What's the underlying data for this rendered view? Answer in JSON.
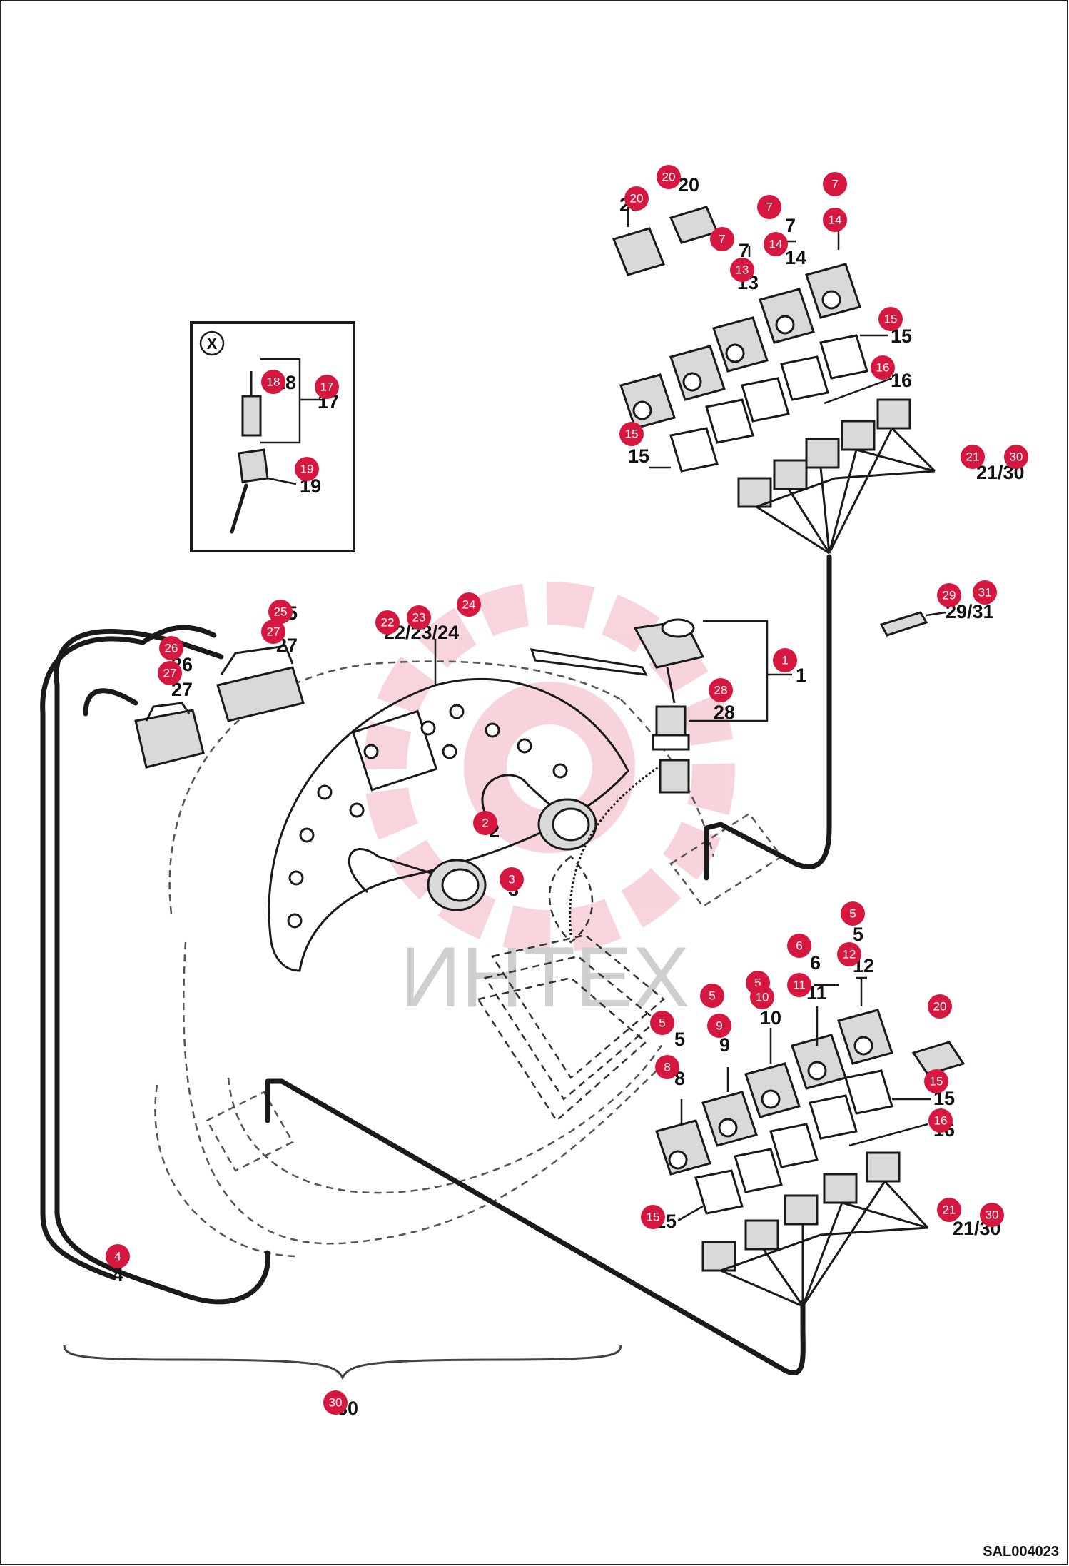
{
  "sheet_code": "SAL004023",
  "watermark_text": "ИНТЕХ",
  "inset": {
    "view_marker": "X"
  },
  "labels": {
    "l20a": "20",
    "l20b": "20",
    "l7a": "7",
    "l7b": "7",
    "l14a": "14",
    "l13": "13",
    "l15a": "15",
    "l16a": "16",
    "l15b": "15",
    "l21_30a": "21/30",
    "l29_31": "29/31",
    "l1": "1",
    "l28": "28",
    "l22_24": "22/23/24",
    "l25": "25",
    "l27a": "27",
    "l26": "26",
    "l27b": "27",
    "l17": "17",
    "l19": "19",
    "l18": "18",
    "l5a": "5",
    "l6": "6",
    "l12": "12",
    "l11": "11",
    "l10": "10",
    "l9": "9",
    "l5b": "5",
    "l8": "8",
    "l15c": "15",
    "l16b": "16",
    "l15d": "15",
    "l21_30b": "21/30",
    "l4": "4",
    "l30": "30",
    "l3": "3",
    "l2": "2"
  },
  "callouts": [
    {
      "id": "c20a",
      "n": "20"
    },
    {
      "id": "c20b",
      "n": "20"
    },
    {
      "id": "c7a",
      "n": "7"
    },
    {
      "id": "c7b",
      "n": "7"
    },
    {
      "id": "c7c",
      "n": "7"
    },
    {
      "id": "c14a",
      "n": "14"
    },
    {
      "id": "c14b",
      "n": "14"
    },
    {
      "id": "c13",
      "n": "13"
    },
    {
      "id": "c15a",
      "n": "15"
    },
    {
      "id": "c16a",
      "n": "16"
    },
    {
      "id": "c15b",
      "n": "15"
    },
    {
      "id": "c21a",
      "n": "21"
    },
    {
      "id": "c30a",
      "n": "30"
    },
    {
      "id": "c29",
      "n": "29"
    },
    {
      "id": "c31",
      "n": "31"
    },
    {
      "id": "c1",
      "n": "1"
    },
    {
      "id": "c28",
      "n": "28"
    },
    {
      "id": "c22",
      "n": "22"
    },
    {
      "id": "c23",
      "n": "23"
    },
    {
      "id": "c24",
      "n": "24"
    },
    {
      "id": "c25",
      "n": "25"
    },
    {
      "id": "c27a",
      "n": "27"
    },
    {
      "id": "c26",
      "n": "26"
    },
    {
      "id": "c27b",
      "n": "27"
    },
    {
      "id": "c18",
      "n": "18"
    },
    {
      "id": "c17",
      "n": "17"
    },
    {
      "id": "c19",
      "n": "19"
    },
    {
      "id": "c2",
      "n": "2"
    },
    {
      "id": "c3",
      "n": "3"
    },
    {
      "id": "c5a",
      "n": "5"
    },
    {
      "id": "c6",
      "n": "6"
    },
    {
      "id": "c12",
      "n": "12"
    },
    {
      "id": "c5b",
      "n": "5"
    },
    {
      "id": "c10",
      "n": "10"
    },
    {
      "id": "c11",
      "n": "11"
    },
    {
      "id": "c5c",
      "n": "5"
    },
    {
      "id": "c9",
      "n": "9"
    },
    {
      "id": "c20c",
      "n": "20"
    },
    {
      "id": "c5d",
      "n": "5"
    },
    {
      "id": "c8",
      "n": "8"
    },
    {
      "id": "c15c",
      "n": "15"
    },
    {
      "id": "c16b",
      "n": "16"
    },
    {
      "id": "c15d",
      "n": "15"
    },
    {
      "id": "c21b",
      "n": "21"
    },
    {
      "id": "c30b",
      "n": "30"
    },
    {
      "id": "c4",
      "n": "4"
    },
    {
      "id": "c30c",
      "n": "30"
    }
  ]
}
